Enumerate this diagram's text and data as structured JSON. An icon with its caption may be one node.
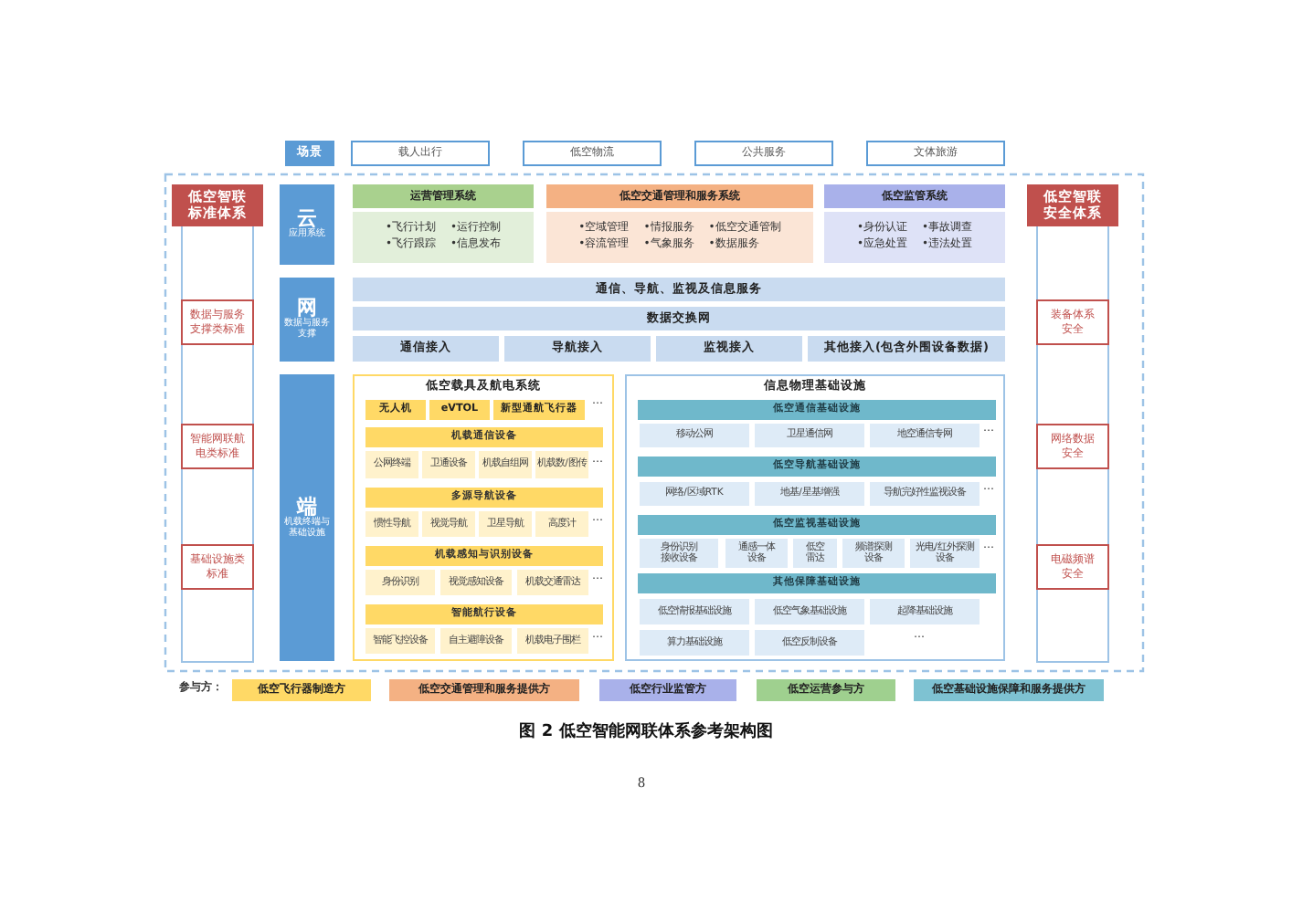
{
  "diagram": {
    "caption": "图 2 低空智能网联体系参考架构图",
    "nodes": [
      {
        "text": [
          "场景"
        ]
      },
      {
        "text": [
          "载人出行"
        ]
      },
      {
        "text": [
          "低空物流"
        ]
      },
      {
        "text": [
          "公共服务"
        ]
      },
      {
        "text": [
          "文体旅游"
        ]
      },
      {
        "text": [
          "低空智联标准体系"
        ]
      },
      {
        "text": [
          "数据与服务支撑类标准"
        ],
        "in": 5
      },
      {
        "text": [
          "智能网联航电类标准"
        ],
        "in": 5
      },
      {
        "text": [
          "基础设施类标准"
        ],
        "in": 5
      },
      {
        "text": [
          "云",
          "应用系统"
        ]
      },
      {
        "text": [
          "运营管理系统",
          "•飞行计划",
          "•运行控制",
          "•飞行跟踪",
          "•信息发布"
        ]
      },
      {
        "text": [
          "低空交通管理和服务系统",
          "•空域管理",
          "•情报服务",
          "•低空交通管制",
          "•容流管理",
          "•气象服务",
          "•数据服务"
        ]
      },
      {
        "text": [
          "低空监管系统",
          "•身份认证",
          "•事故调查",
          "•应急处置",
          "•违法处置"
        ]
      },
      {
        "text": [
          "网",
          "数据与服务支撑"
        ]
      },
      {
        "text": [
          "通信、导航、监视及信息服务"
        ]
      },
      {
        "text": [
          "数据交换网"
        ]
      },
      {
        "text": [
          "通信接入"
        ]
      },
      {
        "text": [
          "导航接入"
        ]
      },
      {
        "text": [
          "监视接入"
        ]
      },
      {
        "text": [
          "其他接入(包含外围设备数据)"
        ]
      },
      {
        "text": [
          "端",
          "机载终端与基础设施"
        ]
      },
      {
        "text": [
          "低空载具及航电系统"
        ]
      },
      {
        "text": [
          "无人机"
        ],
        "in": 21
      },
      {
        "text": [
          "eVTOL"
        ],
        "in": 21
      },
      {
        "text": [
          "新型通航飞行器"
        ],
        "in": 21
      },
      {
        "text": [
          "机载通信设备"
        ],
        "in": 21
      },
      {
        "text": [
          "公网终端"
        ],
        "in": 21
      },
      {
        "text": [
          "卫通设备"
        ],
        "in": 21
      },
      {
        "text": [
          "机载自组网"
        ],
        "in": 21
      },
      {
        "text": [
          "机载数/图传"
        ],
        "in": 21
      },
      {
        "text": [
          "多源导航设备"
        ],
        "in": 21
      },
      {
        "text": [
          "惯性导航"
        ],
        "in": 21
      },
      {
        "text": [
          "视觉导航"
        ],
        "in": 21
      },
      {
        "text": [
          "卫星导航"
        ],
        "in": 21
      },
      {
        "text": [
          "高度计"
        ],
        "in": 21
      },
      {
        "text": [
          "机载感知与识别设备"
        ],
        "in": 21
      },
      {
        "text": [
          "身份识别"
        ],
        "in": 21
      },
      {
        "text": [
          "视觉感知设备"
        ],
        "in": 21
      },
      {
        "text": [
          "机载交通雷达"
        ],
        "in": 21
      },
      {
        "text": [
          "智能航行设备"
        ],
        "in": 21
      },
      {
        "text": [
          "智能飞控设备"
        ],
        "in": 21
      },
      {
        "text": [
          "自主避障设备"
        ],
        "in": 21
      },
      {
        "text": [
          "机载电子围栏"
        ],
        "in": 21
      },
      {
        "text": [
          "信息物理基础设施"
        ]
      },
      {
        "text": [
          "低空通信基础设施"
        ],
        "in": 43
      },
      {
        "text": [
          "移动公网"
        ],
        "in": 43
      },
      {
        "text": [
          "卫星通信网"
        ],
        "in": 43
      },
      {
        "text": [
          "地空通信专网"
        ],
        "in": 43
      },
      {
        "text": [
          "低空导航基础设施"
        ],
        "in": 43
      },
      {
        "text": [
          "网络/区域RTK"
        ],
        "in": 43
      },
      {
        "text": [
          "地基/星基增强"
        ],
        "in": 43
      },
      {
        "text": [
          "导航完好性监视设备"
        ],
        "in": 43
      },
      {
        "text": [
          "低空监视基础设施"
        ],
        "in": 43
      },
      {
        "text": [
          "身份识别接收设备"
        ],
        "in": 43
      },
      {
        "text": [
          "通感一体设备"
        ],
        "in": 43
      },
      {
        "text": [
          "低空雷达"
        ],
        "in": 43
      },
      {
        "text": [
          "频谱探测设备"
        ],
        "in": 43
      },
      {
        "text": [
          "光电/红外探测设备"
        ],
        "in": 43
      },
      {
        "text": [
          "其他保障基础设施"
        ],
        "in": 43
      },
      {
        "text": [
          "低空情报基础设施"
        ],
        "in": 43
      },
      {
        "text": [
          "低空气象基础设施"
        ],
        "in": 43
      },
      {
        "text": [
          "起降基础设施"
        ],
        "in": 43
      },
      {
        "text": [
          "算力基础设施"
        ],
        "in": 43
      },
      {
        "text": [
          "低空反制设备"
        ],
        "in": 43
      },
      {
        "text": [
          "低空智联安全体系"
        ]
      },
      {
        "text": [
          "装备体系安全"
        ],
        "in": 64
      },
      {
        "text": [
          "网络数据安全"
        ],
        "in": 64
      },
      {
        "text": [
          "电磁频谱安全"
        ],
        "in": 64
      }
    ],
    "labels": [
      "…",
      "…",
      "…",
      "…",
      "…",
      "…",
      "…",
      "…",
      "…",
      "参与方：",
      "8"
    ],
    "legend": [
      {
        "text": "低空飞行器制造方",
        "color": "#ffd966"
      },
      {
        "text": "低空交通管理和服务提供方",
        "color": "#f4b183"
      },
      {
        "text": "低空行业监管方",
        "color": "#a9b1ea"
      },
      {
        "text": "低空运营参与方",
        "color": "#9fd08f"
      },
      {
        "text": "低空基础设施保障和服务提供方",
        "color": "#7ec2d2"
      }
    ]
  }
}
